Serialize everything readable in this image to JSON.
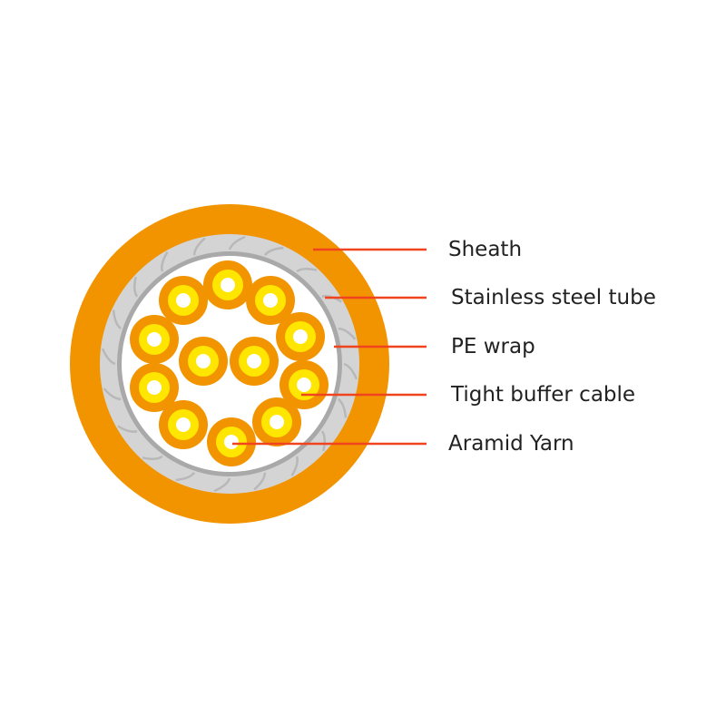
{
  "labels": {
    "sheath": "Sheath",
    "stainless_steel_tube": "Stainless steel tube",
    "pe_wrap": "PE wrap",
    "tight_buffer_cable": "Tight buffer cable",
    "aramid_yarn": "Aramid Yarn"
  },
  "colors": {
    "sheath": "#F29400",
    "steel_tube": "#D4D4D4",
    "steel_pattern": "#B8B8B8",
    "pe_wrap": "#A9A9A9",
    "inner_fill": "#FFFFFF",
    "buffer_outer": "#F29400",
    "buffer_middle": "#FFE600",
    "buffer_core": "#FFFFFF",
    "leader_line": "#F0441E",
    "text": "#222222"
  }
}
